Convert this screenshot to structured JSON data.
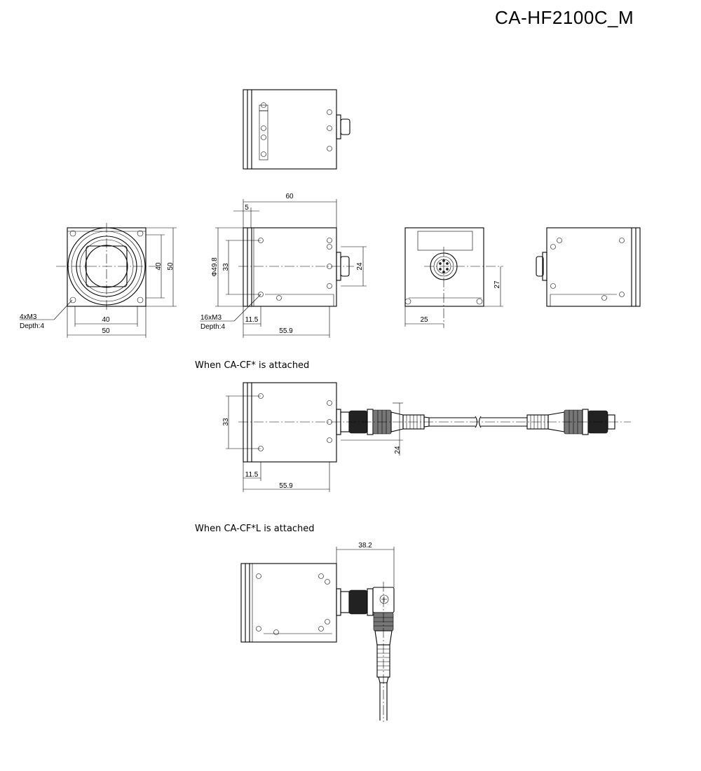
{
  "title": "CA-HF2100C_M",
  "captions": {
    "cf": "When CA-CF* is attached",
    "cfl": "When CA-CF*L is attached"
  },
  "dims": {
    "width_60": "60",
    "flange_5": "5",
    "dia_49_8": "Φ49.8",
    "h_33": "33",
    "conn_24": "24",
    "mount_40_v": "40",
    "size_50_v": "50",
    "mount_40_h": "40",
    "size_50_h": "50",
    "offset_11_5": "11.5",
    "depth_55_9": "55.9",
    "rear_27": "27",
    "rear_25": "25",
    "cf_33": "33",
    "cf_24": "24",
    "cf_11_5": "11.5",
    "cf_55_9": "55.9",
    "cfl_38_2": "38.2"
  },
  "notes": {
    "front_holes_1": "4xM3",
    "front_holes_2": "Depth:4",
    "side_holes_1": "16xM3",
    "side_holes_2": "Depth:4"
  }
}
